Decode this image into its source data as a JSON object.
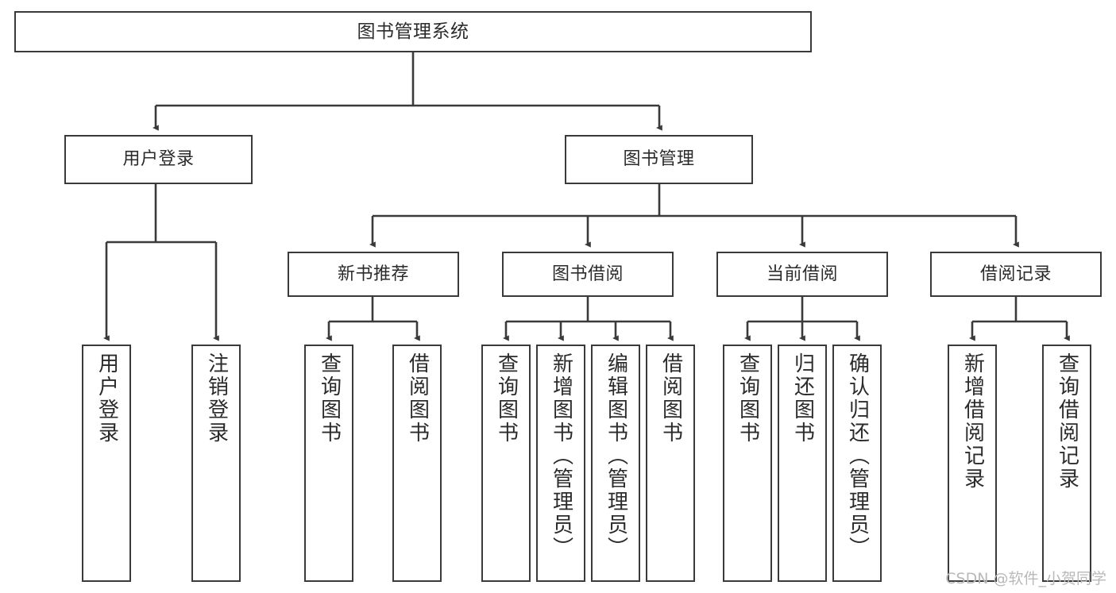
{
  "diagram": {
    "title": "图书管理系统",
    "type": "tree-hierarchy-diagram",
    "colors": {
      "box_border": "#3a3a3a",
      "box_fill": "#ffffff",
      "connector": "#3a3a3a",
      "text": "#2b2b2b",
      "watermark": "#b9b9b9"
    },
    "watermark": "CSDN @软件_小贺同学",
    "nodes": {
      "root": {
        "label": "图书管理系统"
      },
      "level2": [
        {
          "id": "user-login",
          "label": "用户登录"
        },
        {
          "id": "book-management",
          "label": "图书管理"
        }
      ],
      "level3": [
        {
          "id": "new-book-recommend",
          "label": "新书推荐"
        },
        {
          "id": "book-borrow",
          "label": "图书借阅"
        },
        {
          "id": "current-borrow",
          "label": "当前借阅"
        },
        {
          "id": "borrow-record",
          "label": "借阅记录"
        }
      ],
      "leaves": {
        "user_login": [
          {
            "id": "leaf-user-login",
            "label": "用户登录"
          },
          {
            "id": "leaf-logout-login",
            "label": "注销登录"
          }
        ],
        "new_book_recommend": [
          {
            "id": "leaf-query-book-1",
            "label": "查询图书"
          },
          {
            "id": "leaf-borrow-book-1",
            "label": "借阅图书"
          }
        ],
        "book_borrow": [
          {
            "id": "leaf-query-book-2",
            "label": "查询图书"
          },
          {
            "id": "leaf-add-book",
            "label": "新增图书（管理员）"
          },
          {
            "id": "leaf-edit-book",
            "label": "编辑图书（管理员）"
          },
          {
            "id": "leaf-borrow-book-2",
            "label": "借阅图书"
          }
        ],
        "current_borrow": [
          {
            "id": "leaf-query-book-3",
            "label": "查询图书"
          },
          {
            "id": "leaf-return-book",
            "label": "归还图书"
          },
          {
            "id": "leaf-confirm-return",
            "label": "确认归还（管理员）"
          }
        ],
        "borrow_record": [
          {
            "id": "leaf-add-record",
            "label": "新增借阅记录"
          },
          {
            "id": "leaf-query-record",
            "label": "查询借阅记录"
          }
        ]
      }
    }
  }
}
